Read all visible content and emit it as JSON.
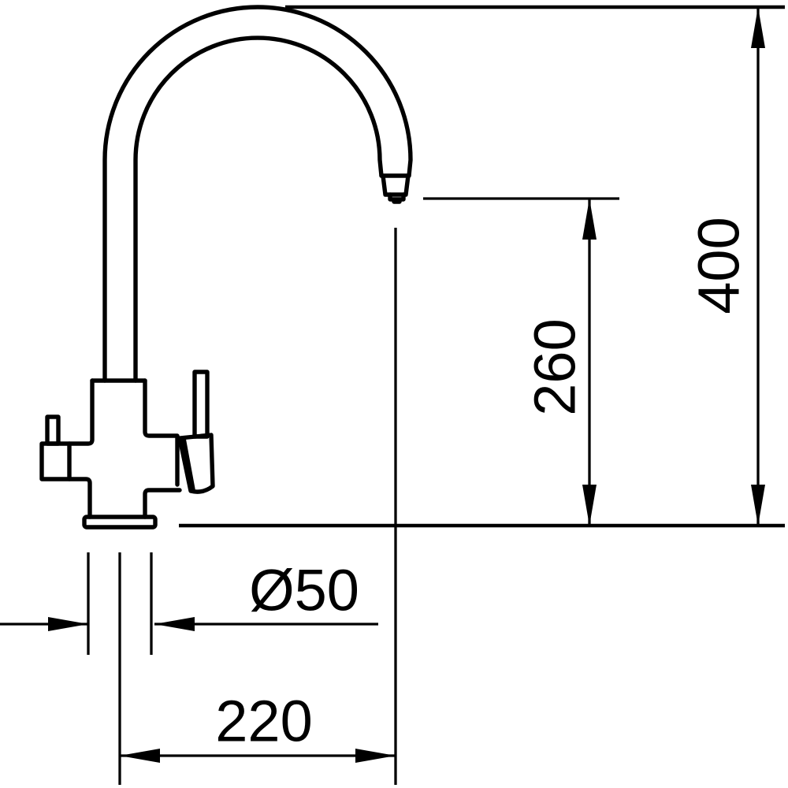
{
  "drawing": {
    "background": "#ffffff",
    "stroke_color": "#000000",
    "subject": "kitchen mixer tap side elevation",
    "labels": {
      "overall_height": "400",
      "spout_height": "260",
      "base_diameter": "Ø50",
      "spout_reach": "220"
    }
  }
}
